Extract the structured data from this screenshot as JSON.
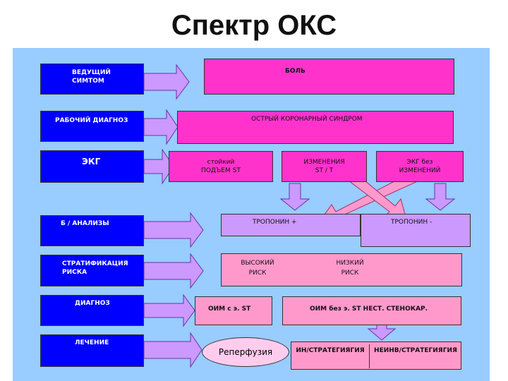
{
  "title": "Спектр ОКС",
  "left_labels": {
    "symptom": "ВЕДУЩИЙ\nСИМТОМ",
    "working_diagnosis": "РАБОЧИЙ ДИАГНОЗ",
    "ekg": "ЭКГ",
    "analyses": "Б / АНАЛИЗЫ",
    "risk_stratification": "СТРАТИФИКАЦИЯ\nРИСКА",
    "diagnosis": "ДИАГНОЗ",
    "treatment": "ЛЕЧЕНИЕ"
  },
  "right_boxes": {
    "pain": "БОЛЬ",
    "acs": "ОСТРЫЙ КОРОНАРНЫЙ СИНДРОМ",
    "st_elevation": "стойкий\nПОДЪЕМ  ST",
    "st_t_changes": "ИЗМЕНЕНИЯ\nST /  T",
    "ekg_no_changes": "ЭКГ  без\nИЗМЕНЕНИЙ",
    "troponin_plus": "ТРОПОНИН  +",
    "troponin_minus": "ТРОПОНИН  -",
    "high_risk": "ВЫСОКИЙ\nРИСК",
    "low_risk": "НИЗКИЙ\nРИСК",
    "mi_st": "ОИМ  с  э.  ST",
    "mi_no_st": "ОИМ без э. ST  НЕСТ. СТЕНОКАР.",
    "reperfusion": "Реперфузия",
    "invasive": "ИН/СТРАТЕГИЯГИЯ",
    "noninvasive": "НЕИНВ/СТРАТЕГИЯГИЯ"
  },
  "colors": {
    "panel": "#99ccff",
    "blue": "#0000ff",
    "magenta": "#ff33cc",
    "violet": "#cc99ff",
    "pink": "#ff99cc"
  }
}
